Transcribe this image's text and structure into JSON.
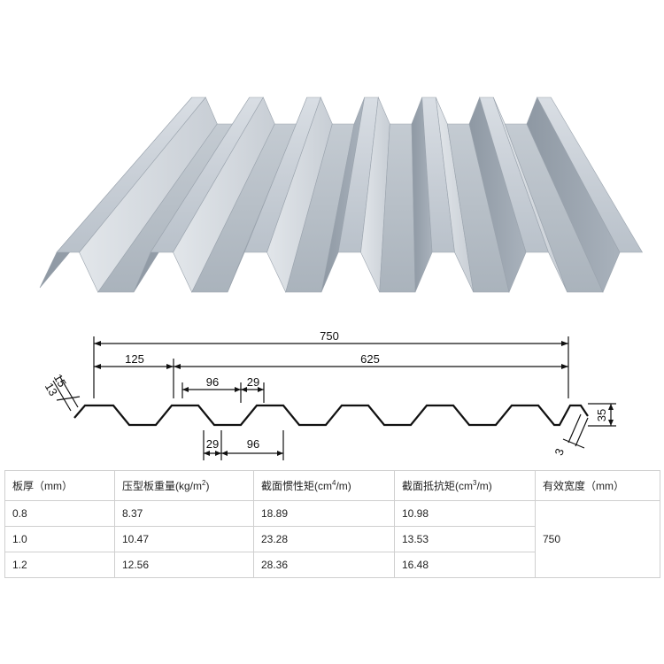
{
  "profile_dimensions": {
    "total_width": "750",
    "edge_width": "125",
    "covered_width": "625",
    "top_flat": "96",
    "top_slope": "29",
    "bottom_slope": "29",
    "bottom_flat": "96",
    "height": "35",
    "left_edge_a": "13",
    "left_edge_b": "15",
    "right_edge": "3"
  },
  "table": {
    "headers": {
      "thickness": "板厚（mm）",
      "weight_pre": "压型板重量(kg/m",
      "weight_sup": "2",
      "weight_post": ")",
      "inertia_pre": "截面惯性矩(cm",
      "inertia_sup": "4",
      "inertia_post": "/m)",
      "modulus_pre": "截面抵抗矩(cm",
      "modulus_sup": "3",
      "modulus_post": "/m)",
      "effective_width": "有效宽度（mm）"
    },
    "rows": [
      {
        "thickness": "0.8",
        "weight": "8.37",
        "inertia": "18.89",
        "modulus": "10.98"
      },
      {
        "thickness": "1.0",
        "weight": "10.47",
        "inertia": "23.28",
        "modulus": "13.53"
      },
      {
        "thickness": "1.2",
        "weight": "12.56",
        "inertia": "28.36",
        "modulus": "16.48"
      }
    ],
    "effective_width_value": "750"
  }
}
